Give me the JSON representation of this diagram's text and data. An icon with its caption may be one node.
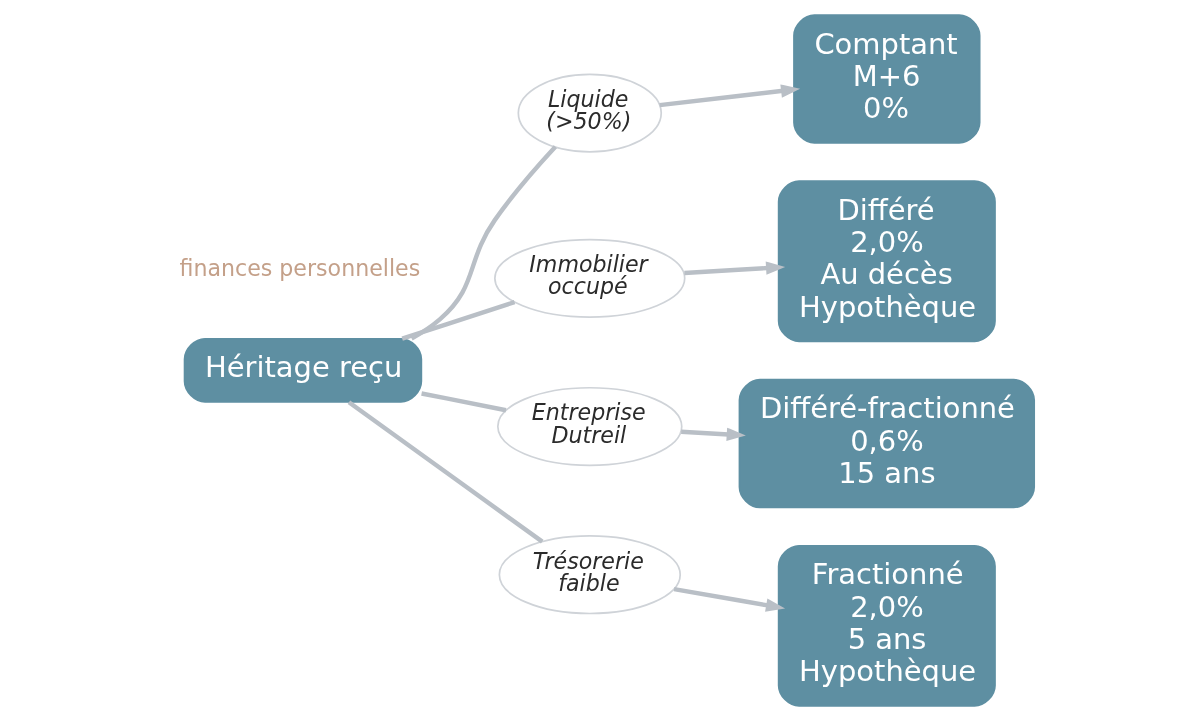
{
  "diagram": {
    "nodes": [
      {
        "text": [
          "Héritage reçu"
        ]
      },
      {
        "text": [
          "Liquide (>50%)"
        ]
      },
      {
        "text": [
          "Comptant",
          "M+6",
          "0%"
        ]
      },
      {
        "text": [
          "Immobilier occupé"
        ]
      },
      {
        "text": [
          "Différé",
          "2,0%",
          "Au décès",
          "Hypothèque"
        ]
      },
      {
        "text": [
          "Entreprise Dutreil"
        ]
      },
      {
        "text": [
          "Différé-fractionné",
          "0,6%",
          "15 ans"
        ]
      },
      {
        "text": [
          "Trésorerie faible"
        ]
      },
      {
        "text": [
          "Fractionné",
          "2,0%",
          "5 ans",
          "Hypothèque"
        ]
      }
    ],
    "edges": [
      {
        "from": 0,
        "to": 1,
        "arrow": "none"
      },
      {
        "from": 1,
        "to": 2,
        "arrow": "to"
      },
      {
        "from": 0,
        "to": 3,
        "arrow": "none"
      },
      {
        "from": 3,
        "to": 4,
        "arrow": "to"
      },
      {
        "from": 0,
        "to": 5,
        "arrow": "none"
      },
      {
        "from": 5,
        "to": 6,
        "arrow": "to"
      },
      {
        "from": 0,
        "to": 7,
        "arrow": "none"
      },
      {
        "from": 7,
        "to": 8,
        "arrow": "to"
      }
    ],
    "labels": [
      "finances personnelles"
    ]
  }
}
